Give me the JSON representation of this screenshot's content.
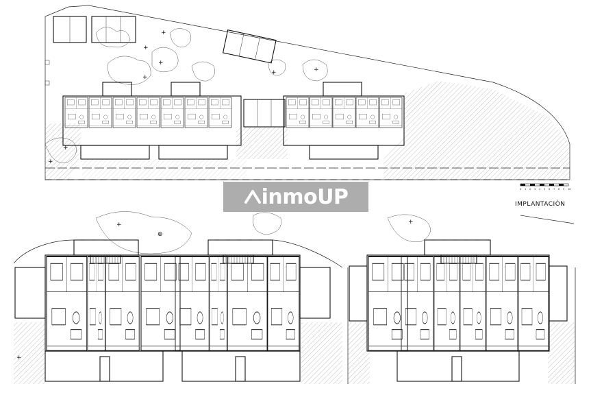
{
  "plan_label": "IMPLANTACIÓN",
  "scale_bar": {
    "ticks": [
      "0",
      "1",
      "2",
      "3",
      "4",
      "5",
      "6",
      "7",
      "8",
      "9",
      "10"
    ]
  },
  "watermark": {
    "brand": "inmoUP",
    "icon": "house-roof-icon",
    "color": "#ffffff",
    "background": "#969696"
  },
  "colors": {
    "line": "#111111",
    "hatch": "#9a9a9a",
    "background": "#ffffff"
  }
}
